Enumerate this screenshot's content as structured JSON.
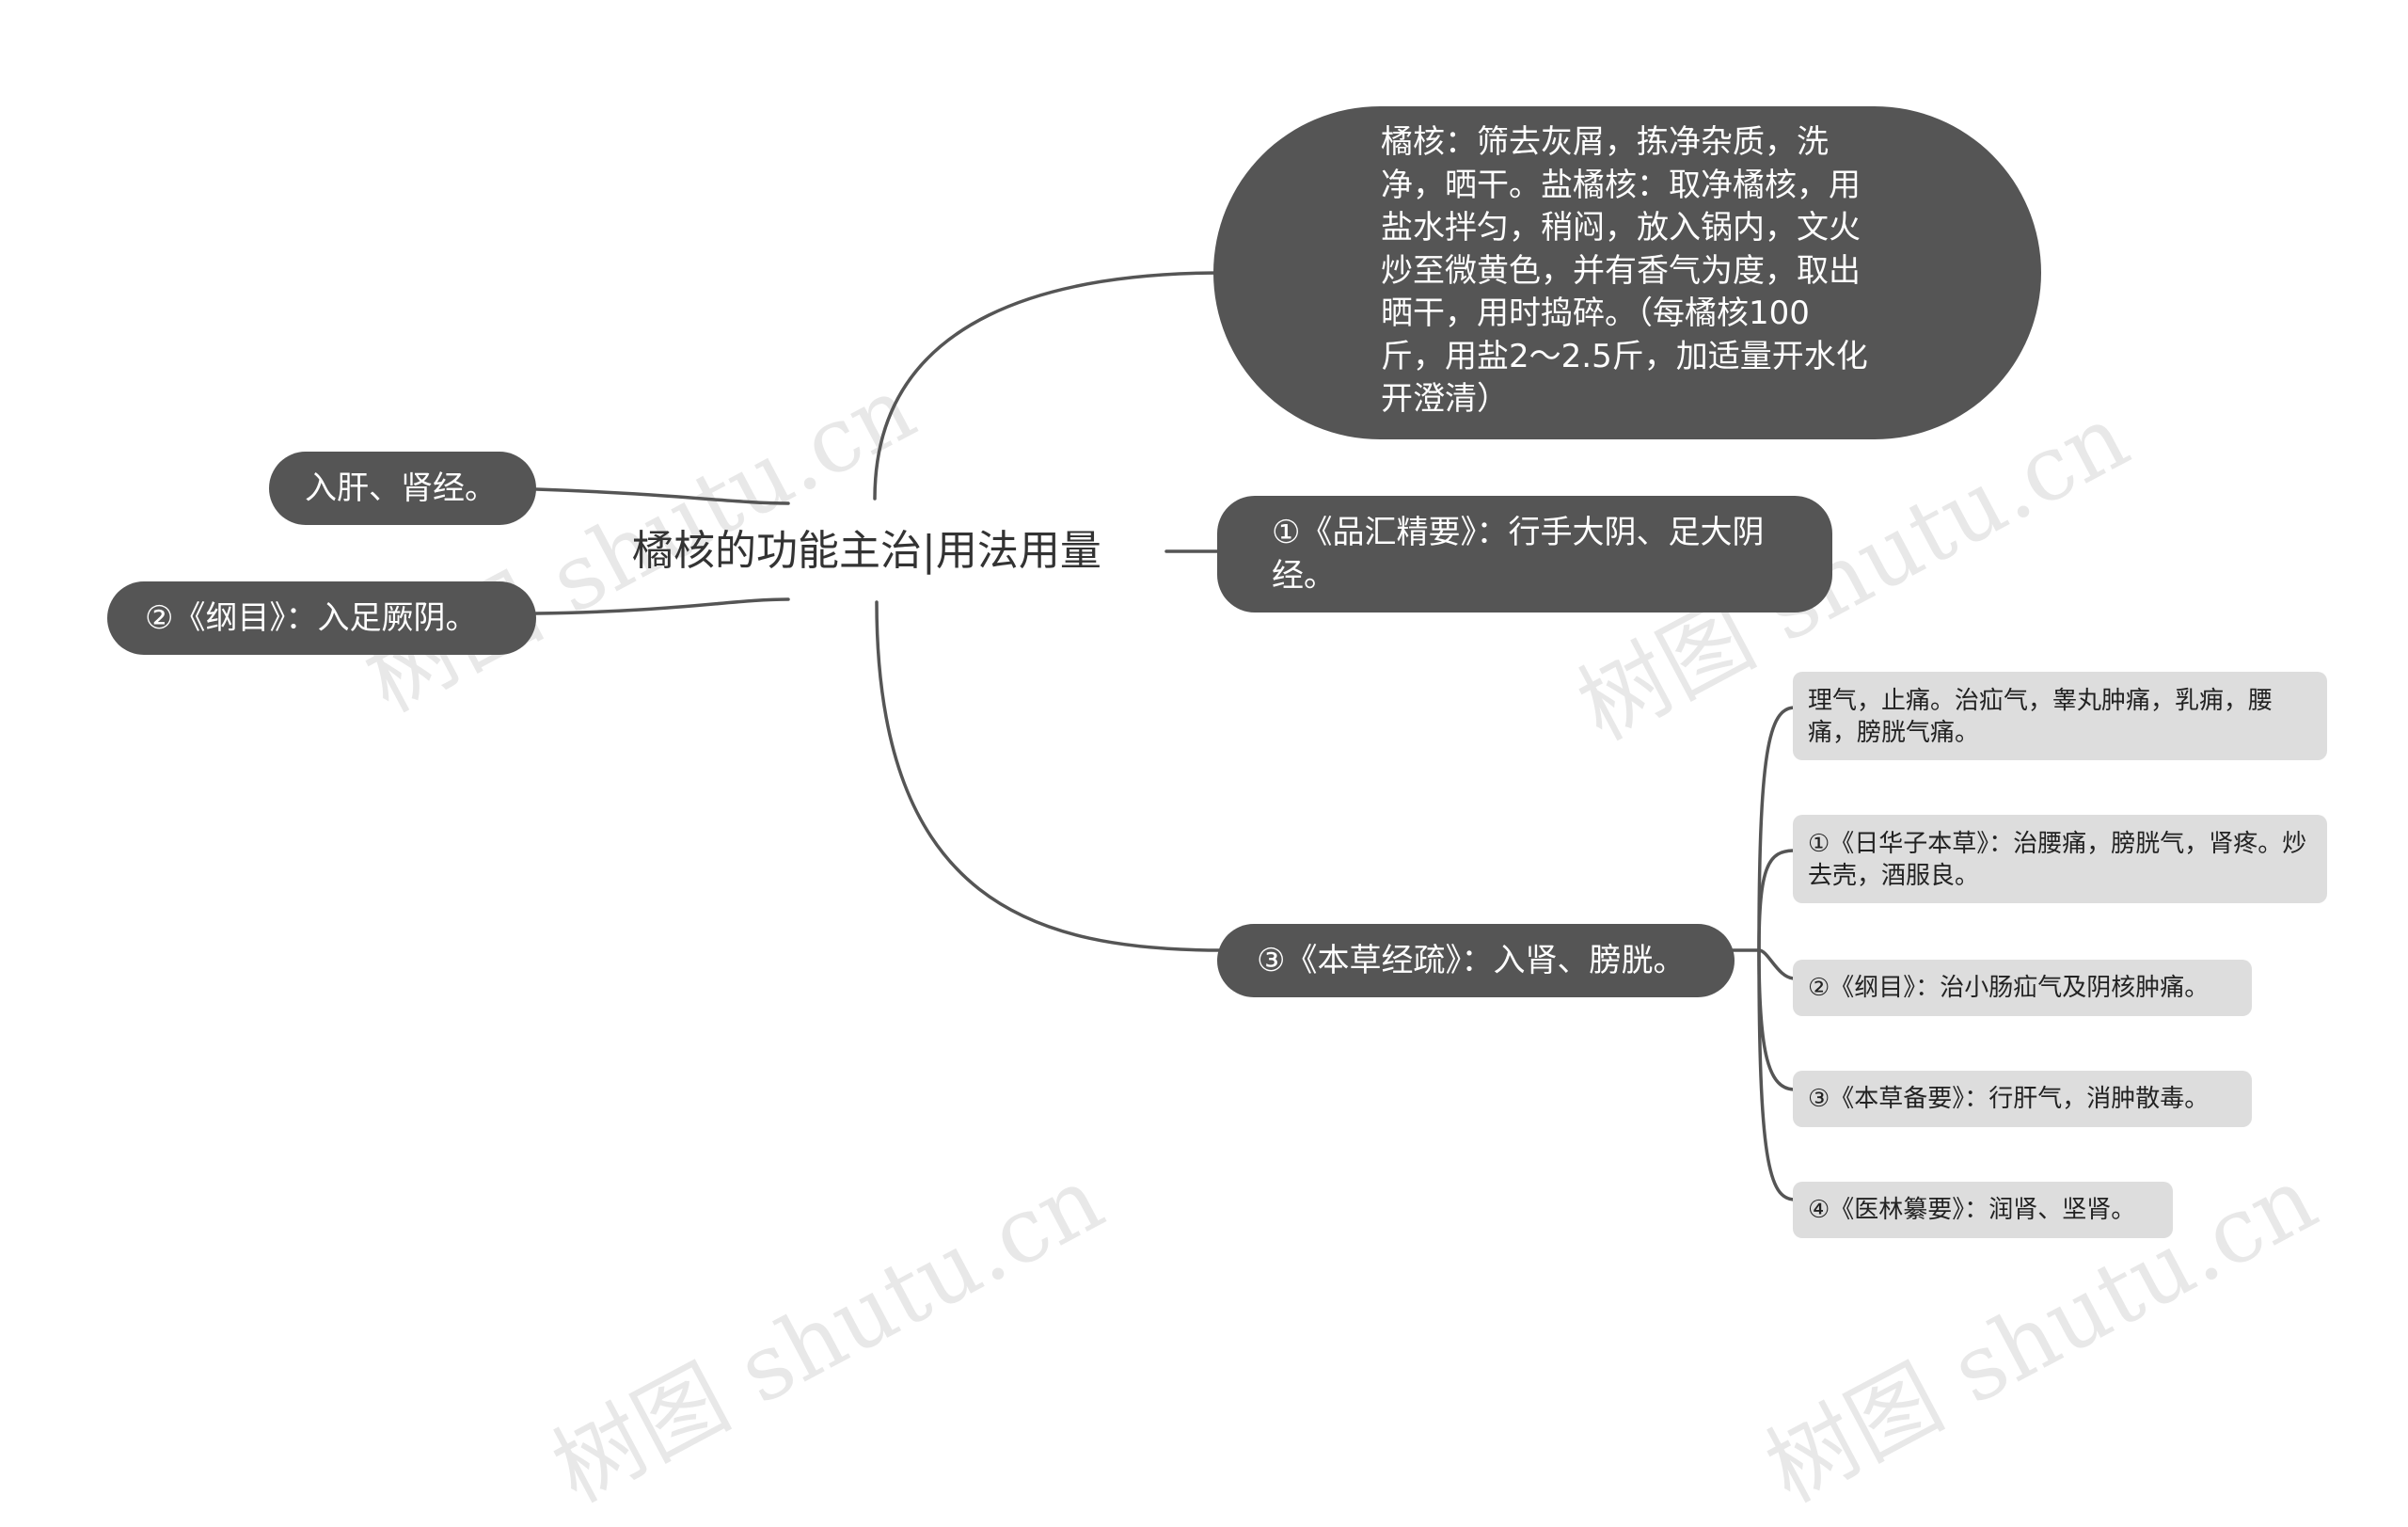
{
  "watermark": "树图 shutu.cn",
  "colors": {
    "node_dark": "#555555",
    "node_light": "#dddddd",
    "line": "#555555",
    "background": "#ffffff"
  },
  "root": {
    "label": "橘核的功能主治|用法用量"
  },
  "branches": {
    "processing": "橘核：筛去灰屑，拣净杂质，洗净，晒干。盐橘核：取净橘核，用盐水拌匀，稍闷，放入锅内，文火炒至微黄色，并有香气为度，取出晒干，用时捣碎。（每橘核100斤，用盐2～2.5斤，加适量开水化开澄清）",
    "pinhui": "①《品汇精要》：行手大阴、足大阴经。",
    "bencao_jingshu": "③《本草经疏》：入肾、膀胱。",
    "ru_gan": "入肝、肾经。",
    "gangmu": "②《纲目》：入足厥阴。"
  },
  "leaves": [
    "理气，止痛。治疝气，睾丸肿痛，乳痈，腰痛，膀胱气痛。",
    "①《日华子本草》：治腰痛，膀胱气，肾疼。炒去壳，酒服良。",
    "②《纲目》：治小肠疝气及阴核肿痛。",
    "③《本草备要》：行肝气，消肿散毒。",
    "④《医林纂要》：润肾、坚肾。"
  ]
}
